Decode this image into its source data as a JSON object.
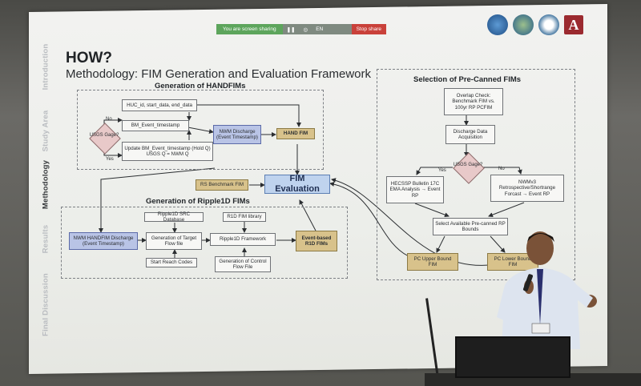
{
  "screen_share": {
    "status": "You are screen sharing",
    "language": "EN",
    "stop_label": "Stop share"
  },
  "logos": {
    "alabama_letter": "A"
  },
  "sidebar": {
    "items": [
      {
        "label": "Introduction",
        "active": false
      },
      {
        "label": "Study Area",
        "active": false
      },
      {
        "label": "Methodology",
        "active": true
      },
      {
        "label": "Results",
        "active": false
      },
      {
        "label": "Final Discussion",
        "active": false
      }
    ]
  },
  "slide": {
    "title": "HOW?",
    "subtitle": "Methodology: FIM Generation and Evaluation Framework"
  },
  "handfim": {
    "title": "Generation of HANDFIMs",
    "nodes": {
      "huc": "HUC_id, start_data, end_data",
      "bm_event": "BM_Event_timestamp",
      "usgs_gage": "USGS Gage?",
      "update_bm": "Update BM_Event_timestamp (Hold Q) USGS Q = NWM Q",
      "nwm_discharge": "NWM Discharge (Event Timestamp)",
      "hand_fim": "HAND FIM",
      "no": "No",
      "yes": "Yes"
    }
  },
  "center": {
    "fim_evaluation": "FIM Evaluation",
    "rs_benchmark": "RS Benchmark FIM"
  },
  "ripple": {
    "title": "Generation of Ripple1D FIMs",
    "nodes": {
      "src_db": "Ripple1D SRC Database",
      "r1d_lib": "R1D FIM library",
      "nwm_handfim": "NWM HANDFIM Discharge (Event Timestamp)",
      "target_flow": "Generation of Target Flow file",
      "framework": "Ripple1D Framework",
      "event_r1d": "Event-based R1D FIMs",
      "start_reach": "Start Reach Codes",
      "control_flow": "Generation of Control Flow File"
    }
  },
  "precanned": {
    "title": "Selection of Pre-Canned FIMs",
    "nodes": {
      "overlap": "Overlap Check: Benchmark FIM vs. 100yr RP PCFIM",
      "discharge": "Discharge Data Acquisition",
      "usgs_gage": "USGS Gage?",
      "yes": "Yes",
      "no": "No",
      "hecssp": "HECSSP Bulletin 17C EMA Analysis → Event RP",
      "nwmv3": "NWMv3 Retrospective/Shortrange Forcast → Event RP",
      "select": "Select Available Pre-canned RP Bounds",
      "upper": "PC Upper Bound FIM",
      "lower": "PC Lower Bound FIM"
    }
  },
  "colors": {
    "node_blue": "#b9c4e6",
    "node_tan": "#d8c28b",
    "fim_blue": "#bfd3ee",
    "diamond": "#e8c9c9",
    "stop_red": "#c9413a",
    "share_green": "#5da55c"
  }
}
